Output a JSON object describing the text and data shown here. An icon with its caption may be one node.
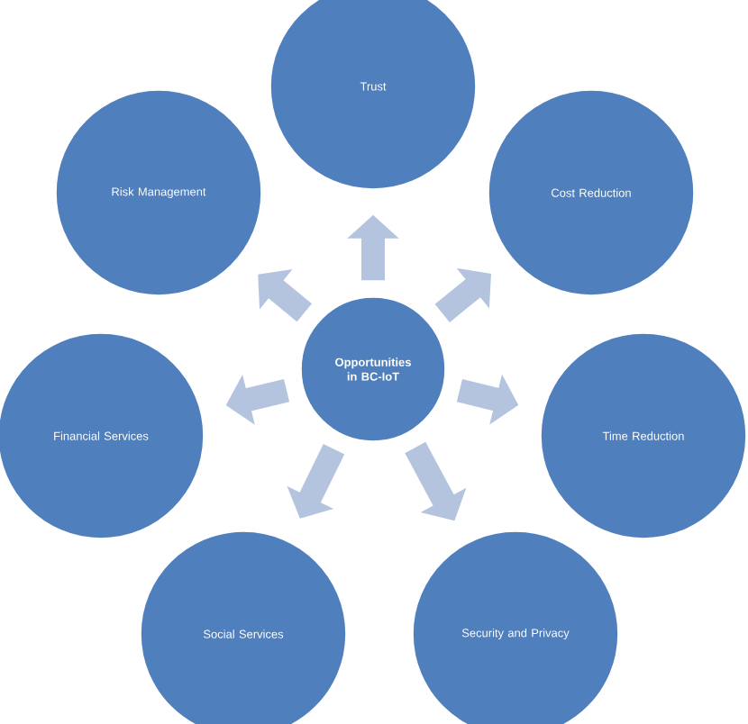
{
  "diagram": {
    "nodes": [
      {
        "text": [
          "Opportunities in BC-IoT"
        ]
      },
      {
        "text": [
          "Trust"
        ]
      },
      {
        "text": [
          "Cost Reduction"
        ]
      },
      {
        "text": [
          "Time Reduction"
        ]
      },
      {
        "text": [
          "Security and Privacy"
        ]
      },
      {
        "text": [
          "Social Services"
        ]
      },
      {
        "text": [
          "Financial Services"
        ]
      },
      {
        "text": [
          "Risk Management"
        ]
      }
    ],
    "edges": [
      {
        "from": 0,
        "to": 1,
        "arrow": "to"
      },
      {
        "from": 0,
        "to": 2,
        "arrow": "to"
      },
      {
        "from": 0,
        "to": 3,
        "arrow": "to"
      },
      {
        "from": 0,
        "to": 4,
        "arrow": "to"
      },
      {
        "from": 0,
        "to": 5,
        "arrow": "to"
      },
      {
        "from": 0,
        "to": 6,
        "arrow": "to"
      },
      {
        "from": 0,
        "to": 7,
        "arrow": "to"
      }
    ]
  }
}
